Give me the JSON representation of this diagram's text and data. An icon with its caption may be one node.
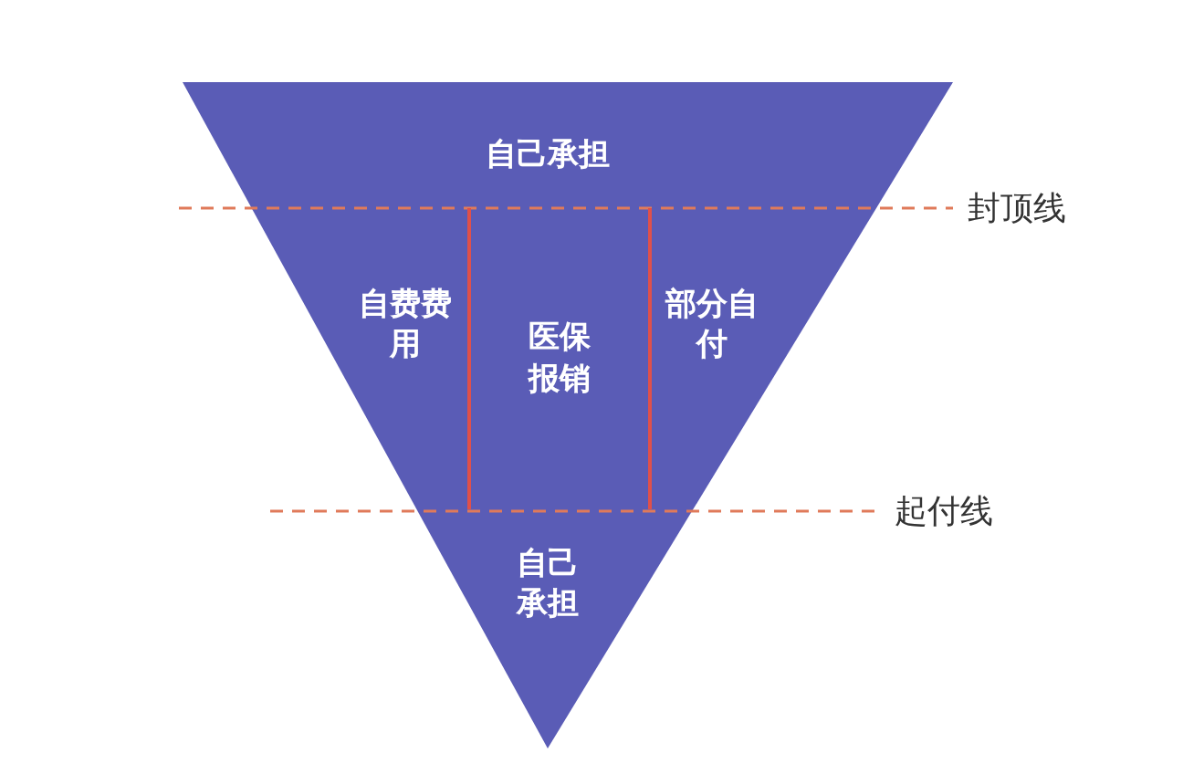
{
  "diagram": {
    "nodes": [
      {
        "text": [
          "自己承担"
        ]
      },
      {
        "text": [
          "自费费用"
        ]
      },
      {
        "text": [
          "医保报销"
        ]
      },
      {
        "text": [
          "部分自付"
        ]
      },
      {
        "text": [
          "自己承担"
        ]
      }
    ],
    "labels": [
      "封顶线",
      "起付线"
    ]
  }
}
